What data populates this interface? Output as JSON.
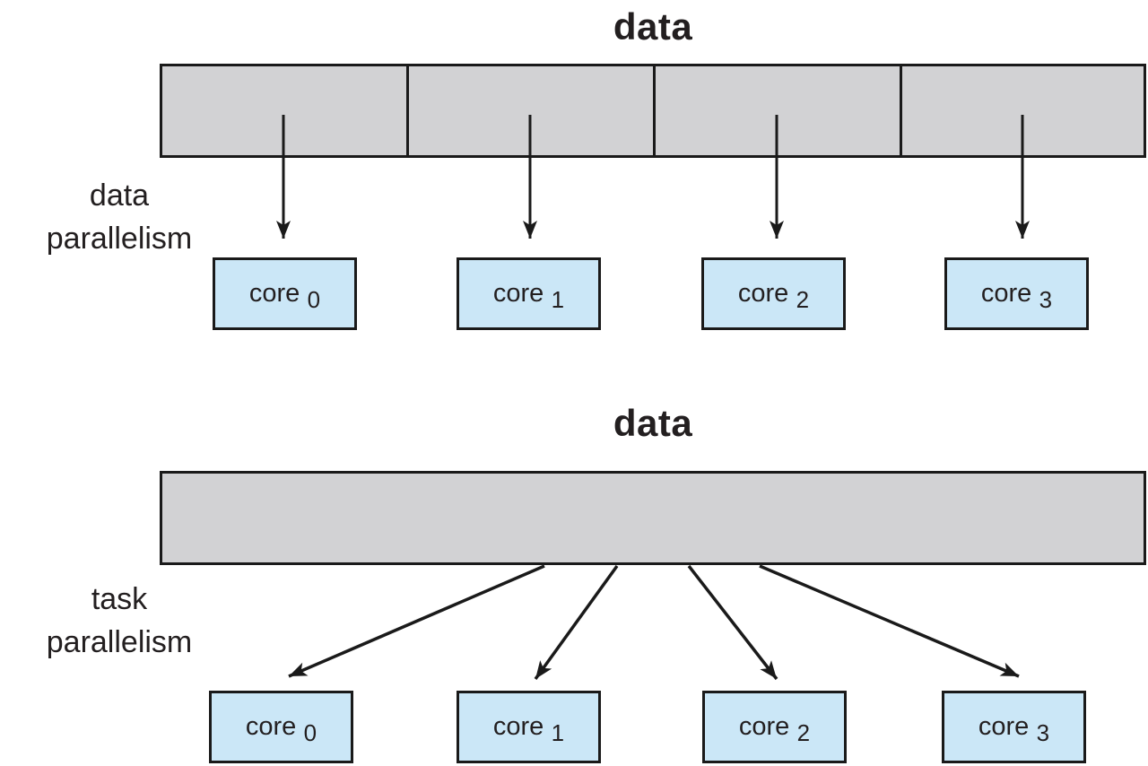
{
  "colors": {
    "bar_fill": "#d2d2d4",
    "core_fill": "#cbe7f7",
    "line_color": "#1a1a1a",
    "text_color": "#231f20"
  },
  "sections": [
    {
      "id": "data-parallelism",
      "title": "data",
      "side_label": [
        "data",
        "parallelism"
      ],
      "cores": [
        {
          "name": "core",
          "index": "0"
        },
        {
          "name": "core",
          "index": "1"
        },
        {
          "name": "core",
          "index": "2"
        },
        {
          "name": "core",
          "index": "3"
        }
      ]
    },
    {
      "id": "task-parallelism",
      "title": "data",
      "side_label": [
        "task",
        "parallelism"
      ],
      "cores": [
        {
          "name": "core",
          "index": "0"
        },
        {
          "name": "core",
          "index": "1"
        },
        {
          "name": "core",
          "index": "2"
        },
        {
          "name": "core",
          "index": "3"
        }
      ]
    }
  ]
}
